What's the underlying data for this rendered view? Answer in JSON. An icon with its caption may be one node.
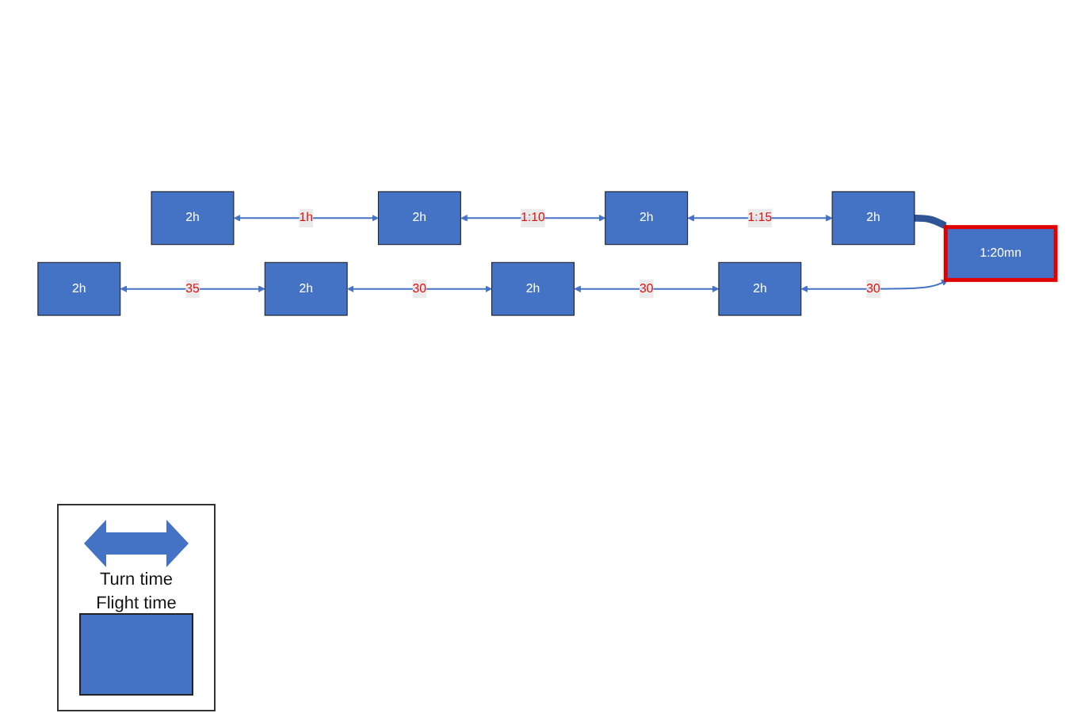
{
  "diagram": {
    "nodes": [
      {
        "text": [
          "2h"
        ]
      },
      {
        "text": [
          "2h"
        ]
      },
      {
        "text": [
          "2h"
        ]
      },
      {
        "text": [
          "2h"
        ]
      },
      {
        "text": [
          "2h"
        ]
      },
      {
        "text": [
          "2h"
        ]
      },
      {
        "text": [
          "2h"
        ]
      },
      {
        "text": [
          "2h"
        ]
      },
      {
        "text": [
          "1:20mn"
        ]
      }
    ],
    "edges": [
      {
        "from": 0,
        "to": 1,
        "arrow": "both",
        "label": "1h"
      },
      {
        "from": 1,
        "to": 2,
        "arrow": "both",
        "label": "1:10"
      },
      {
        "from": 2,
        "to": 3,
        "arrow": "both",
        "label": "1:15"
      },
      {
        "from": 3,
        "to": 8,
        "arrow": "to",
        "style": "thick",
        "color": "#2f5597"
      },
      {
        "from": 4,
        "to": 5,
        "arrow": "both",
        "label": "35"
      },
      {
        "from": 5,
        "to": 6,
        "arrow": "both",
        "label": "30"
      },
      {
        "from": 6,
        "to": 7,
        "arrow": "both",
        "label": "30"
      },
      {
        "from": 7,
        "to": 8,
        "arrow": "both",
        "label": "30"
      }
    ],
    "legend": [
      {
        "text": "Turn time"
      },
      {
        "text": "Flight time",
        "color": "#4472c4"
      }
    ]
  }
}
